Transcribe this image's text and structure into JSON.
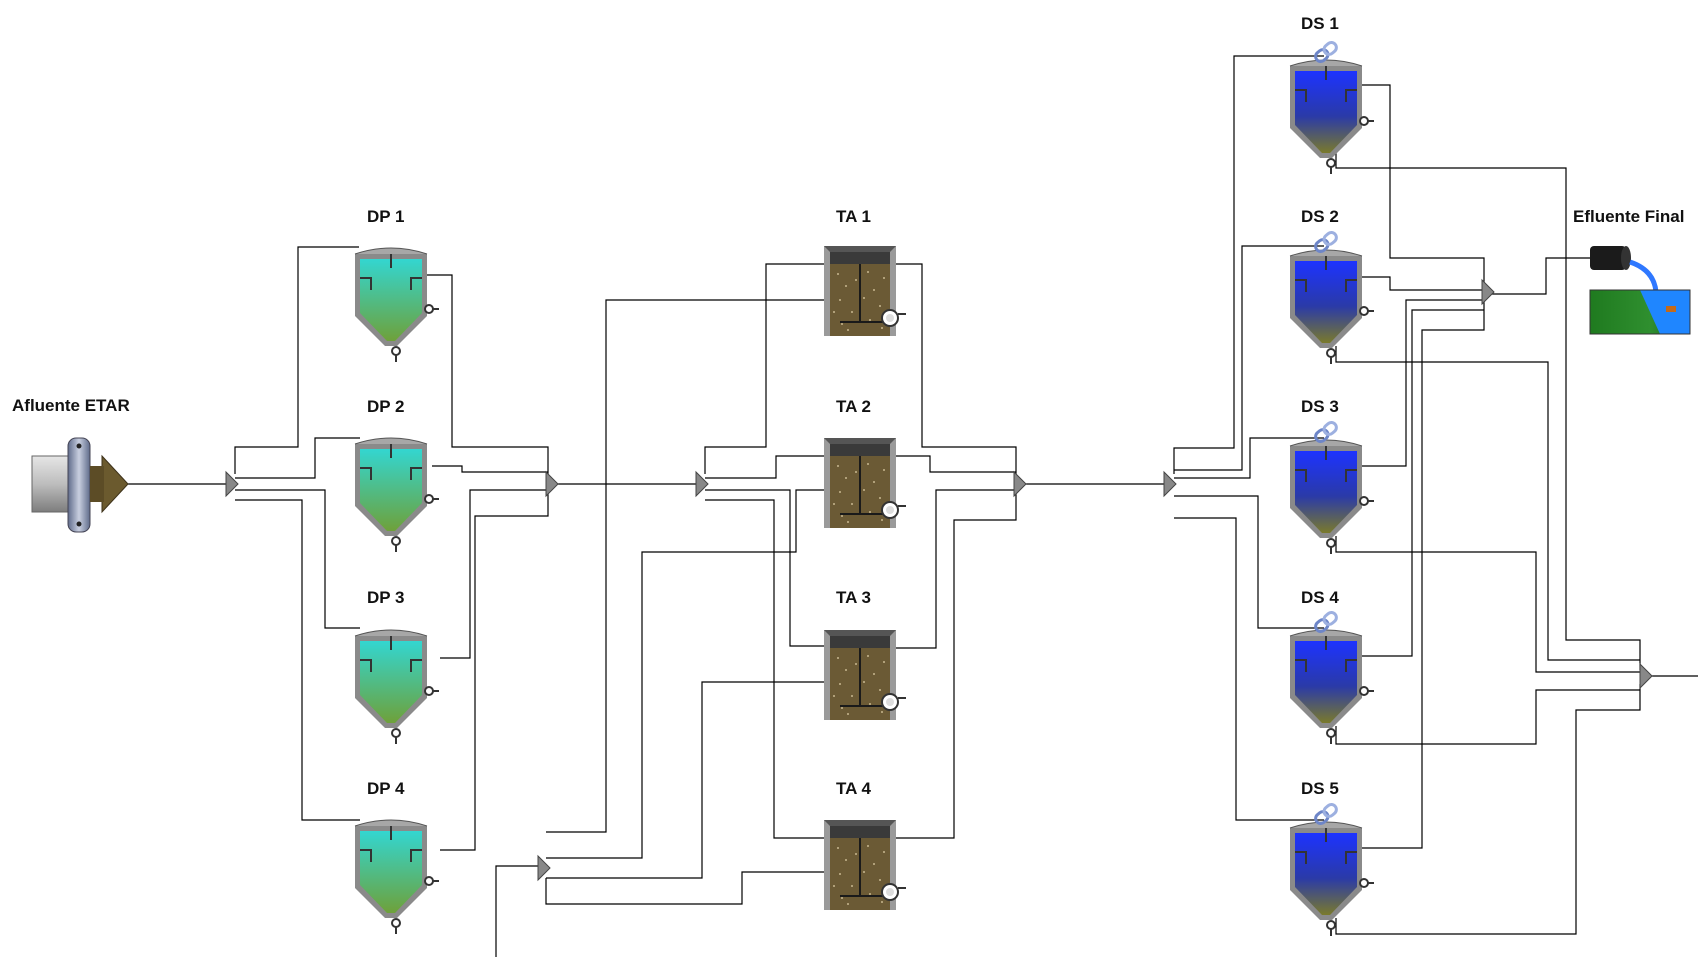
{
  "diagram": {
    "influent": {
      "label": "Afluente ETAR"
    },
    "effluent": {
      "label": "Efluente Final"
    },
    "primary_clarifiers": [
      {
        "label": "DP 1"
      },
      {
        "label": "DP 2"
      },
      {
        "label": "DP 3"
      },
      {
        "label": "DP 4"
      }
    ],
    "aeration_tanks": [
      {
        "label": "TA 1"
      },
      {
        "label": "TA 2"
      },
      {
        "label": "TA 3"
      },
      {
        "label": "TA 4"
      }
    ],
    "secondary_clarifiers": [
      {
        "label": "DS 1"
      },
      {
        "label": "DS 2"
      },
      {
        "label": "DS 3"
      },
      {
        "label": "DS 4"
      },
      {
        "label": "DS 5"
      }
    ],
    "colors": {
      "primary_liquid_top": "#33d6d0",
      "primary_liquid_bottom": "#6ea13a",
      "secondary_liquid_top": "#1d33ff",
      "secondary_liquid_bottom": "#6b6a2a",
      "aeration_sludge": "#6b5a35",
      "vessel_gray": "#8a8a8a",
      "pipe": "#000000"
    }
  }
}
